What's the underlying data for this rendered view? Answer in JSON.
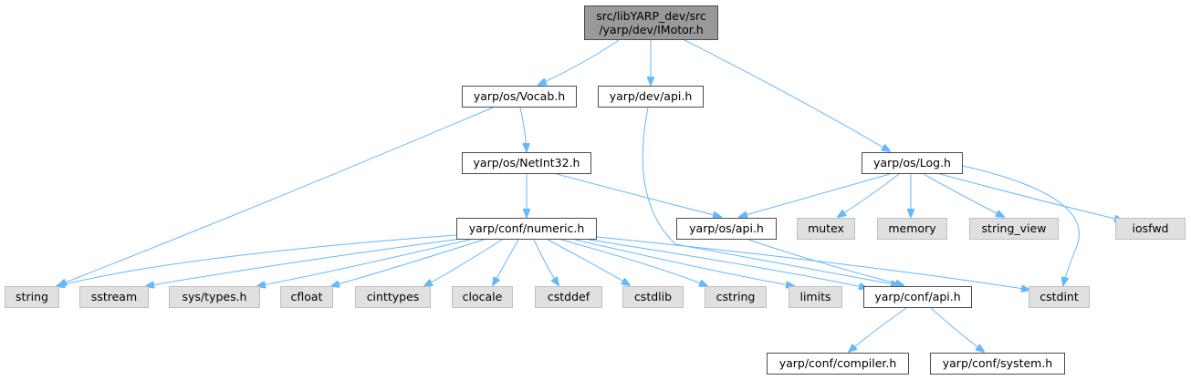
{
  "graph": {
    "root": {
      "line1": "src/libYARP_dev/src",
      "line2": "/yarp/dev/IMotor.h"
    },
    "nodes": {
      "vocab": "yarp/os/Vocab.h",
      "devapi": "yarp/dev/api.h",
      "log": "yarp/os/Log.h",
      "netint32": "yarp/os/NetInt32.h",
      "numeric": "yarp/conf/numeric.h",
      "osapi": "yarp/os/api.h",
      "confapi": "yarp/conf/api.h",
      "compiler": "yarp/conf/compiler.h",
      "system": "yarp/conf/system.h",
      "mutex": "mutex",
      "memory": "memory",
      "string_view": "string_view",
      "iosfwd": "iosfwd",
      "string": "string",
      "sstream": "sstream",
      "systypes": "sys/types.h",
      "cfloat": "cfloat",
      "cinttypes": "cinttypes",
      "clocale": "clocale",
      "cstddef": "cstddef",
      "cstdlib": "cstdlib",
      "cstring": "cstring",
      "limits": "limits",
      "cstdint": "cstdint"
    },
    "edges": [
      [
        "root",
        "vocab"
      ],
      [
        "root",
        "devapi"
      ],
      [
        "root",
        "log"
      ],
      [
        "vocab",
        "string"
      ],
      [
        "vocab",
        "netint32"
      ],
      [
        "netint32",
        "numeric"
      ],
      [
        "netint32",
        "osapi"
      ],
      [
        "devapi",
        "confapi"
      ],
      [
        "log",
        "osapi"
      ],
      [
        "log",
        "mutex"
      ],
      [
        "log",
        "memory"
      ],
      [
        "log",
        "string_view"
      ],
      [
        "log",
        "iosfwd"
      ],
      [
        "log",
        "cstdint"
      ],
      [
        "osapi",
        "confapi"
      ],
      [
        "numeric",
        "string"
      ],
      [
        "numeric",
        "sstream"
      ],
      [
        "numeric",
        "systypes"
      ],
      [
        "numeric",
        "cfloat"
      ],
      [
        "numeric",
        "cinttypes"
      ],
      [
        "numeric",
        "clocale"
      ],
      [
        "numeric",
        "cstddef"
      ],
      [
        "numeric",
        "cstdlib"
      ],
      [
        "numeric",
        "cstring"
      ],
      [
        "numeric",
        "limits"
      ],
      [
        "numeric",
        "confapi"
      ],
      [
        "numeric",
        "cstdint"
      ],
      [
        "confapi",
        "compiler"
      ],
      [
        "confapi",
        "system"
      ]
    ],
    "colors": {
      "edge": "#63b8ff",
      "header_border": "#4d4d4d",
      "system_fill": "#e0e0e0",
      "root_fill": "#999999"
    }
  }
}
